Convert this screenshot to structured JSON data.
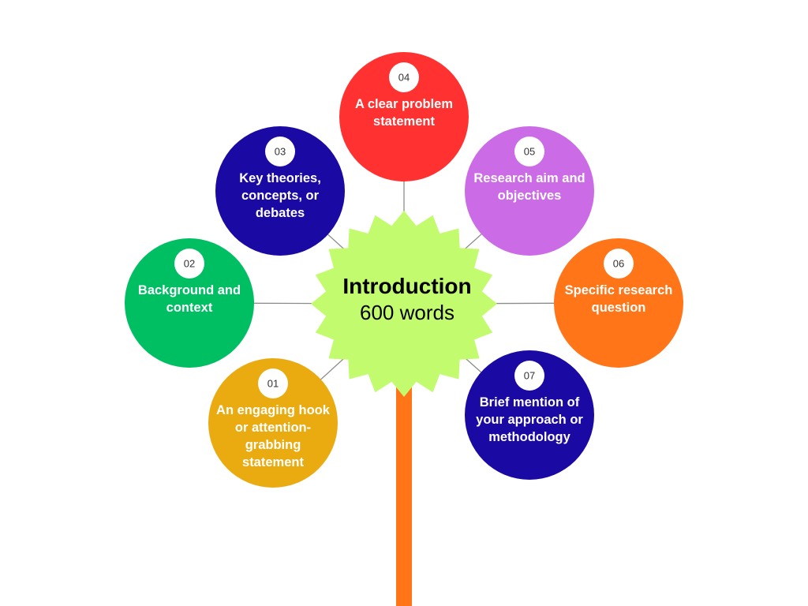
{
  "center": {
    "title": "Introduction",
    "subtitle": "600 words",
    "color": "#c2fc6e"
  },
  "stem_color": "#ff7518",
  "connector_color": "#8c8c8c",
  "petals": [
    {
      "number": "01",
      "lines": [
        "An engaging hook",
        "or attention-",
        "grabbing",
        "statement"
      ],
      "color": "#eaab10"
    },
    {
      "number": "02",
      "lines": [
        "Background and",
        "context"
      ],
      "color": "#00bf63"
    },
    {
      "number": "03",
      "lines": [
        "Key theories,",
        "concepts, or",
        "debates"
      ],
      "color": "#1a0aa3"
    },
    {
      "number": "04",
      "lines": [
        "A clear problem",
        "statement"
      ],
      "color": "#ff3131"
    },
    {
      "number": "05",
      "lines": [
        "Research aim and",
        "objectives"
      ],
      "color": "#cb6ce6"
    },
    {
      "number": "06",
      "lines": [
        "Specific research",
        "question"
      ],
      "color": "#ff7518"
    },
    {
      "number": "07",
      "lines": [
        "Brief mention of",
        "your approach or",
        "methodology"
      ],
      "color": "#1a0aa3"
    }
  ]
}
